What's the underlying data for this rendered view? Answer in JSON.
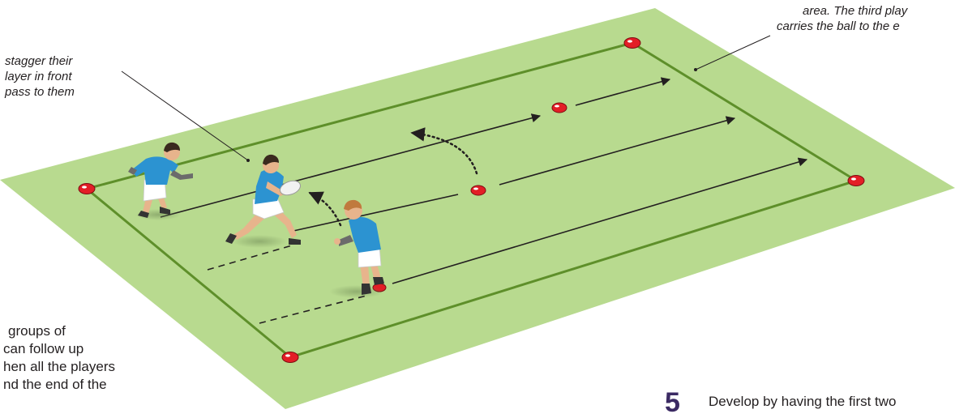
{
  "captions": {
    "top_left": [
      "stagger their",
      "layer in front",
      "pass to them"
    ],
    "top_right": [
      "area. The third play",
      "carries the ball to the e"
    ]
  },
  "notes": {
    "bottom_left": [
      "groups of",
      "can follow up",
      "hen all the players",
      "nd the end of the"
    ]
  },
  "step": {
    "number": "5",
    "text": "Develop by having the first two"
  },
  "colors": {
    "pitch": "#b8da8f",
    "boundary": "#5e8f2a",
    "cone": "#e31e26",
    "shirt": "#2c93d1",
    "shorts": "#ffffff",
    "arrow": "#231f20"
  }
}
